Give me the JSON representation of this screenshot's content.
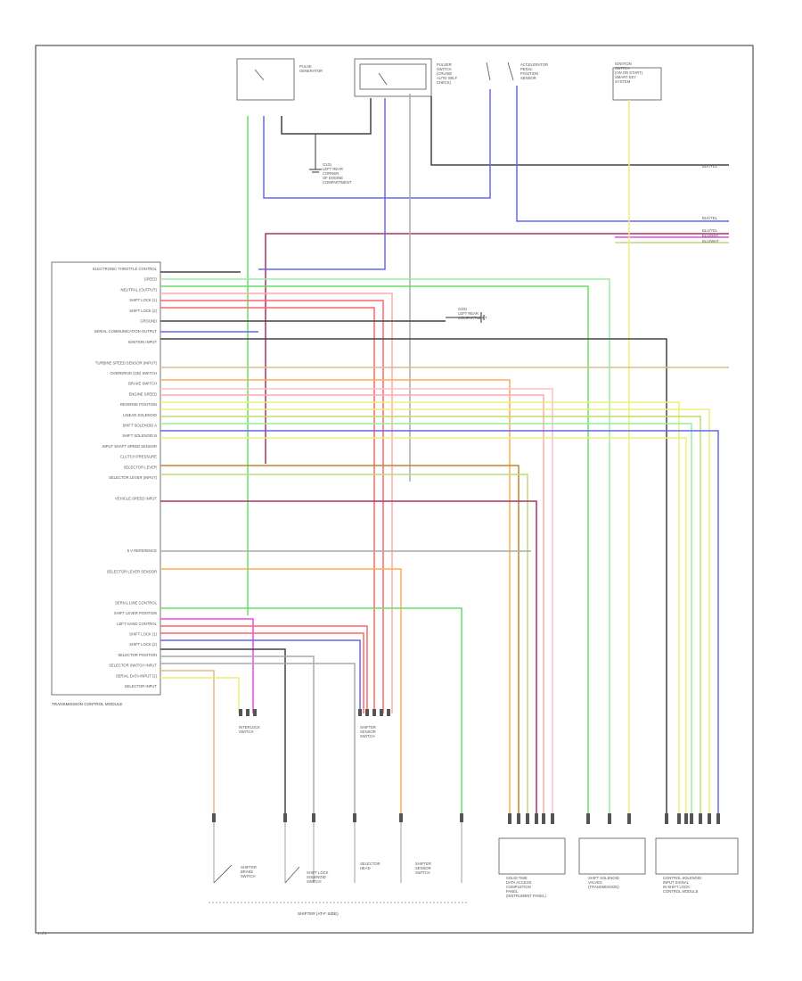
{
  "diagram": {
    "caption": "1 of 2",
    "colors": {
      "frame": "#555555",
      "black": "#444444",
      "blue": "#6666ee",
      "green": "#66dd66",
      "red": "#ff6666",
      "lightred": "#ffaaaa",
      "pink": "#ffbbcc",
      "orange": "#ffaa55",
      "tan": "#ddbb88",
      "yellow": "#eeee77",
      "lightgreen": "#99ee99",
      "violet": "#ee44ee",
      "maroon": "#aa3366",
      "gray": "#aaaaaa",
      "brown": "#bb8833",
      "yelgrn": "#bbdd77"
    },
    "top_components": [
      {
        "id": "c1",
        "label": "PULSE\nGENERATOR"
      },
      {
        "id": "c2",
        "label": "PULSER\nSWITCH\n(CRUISE\nAUTO SELF\nCHECK)"
      },
      {
        "id": "c3",
        "label": "ACCELERATOR\nPEDAL\nPOSITION\nSENSOR"
      },
      {
        "id": "c4",
        "label": "IGNITION\nSWITCH\n(ON OR START)\nSMART KEY\nSYSTEM"
      }
    ],
    "ground_labels": [
      {
        "id": "g1",
        "label": "G101\nLEFT REAR\nCORNER\nOF ENGINE\nCOMPARTMENT"
      },
      {
        "id": "g2",
        "label": "G401\nLEFT REAR\nCOMPARTMENT"
      }
    ],
    "right_edge_labels": [
      "BLK/YEL",
      "BLK/YEL",
      "BLU/YEL",
      "BLU/RED",
      "BLU/WHT"
    ],
    "tcm": {
      "label": "TRANSMISSION CONTROL MODULE",
      "pins": [
        "ELECTRONIC THROTTLE CONTROL",
        "SPEED",
        "NEUTRAL (OUTPUT)",
        "SHIFT LOCK (1)",
        "SHIFT LOCK (2)",
        "GROUND",
        "SERIAL COMMUNICATION OUTPUT",
        "IGNITION INPUT",
        "",
        "TURBINE SPEED SENSOR (INPUT)",
        "OVERDRIVE (OD) SWITCH",
        "BRAKE SWITCH",
        "ENGINE SPEED",
        "REVERSE POSITION",
        "LINEAR SOLENOID",
        "SHIFT SOLENOID A",
        "SHIFT SOLENOID B",
        "INPUT SHAFT SPEED SENSOR",
        "CLUTCH PRESSURE",
        "SELECTOR LEVER",
        "SELECTOR LEVER (INPUT)",
        "",
        "VEHICLE SPEED INPUT",
        "",
        "",
        "",
        "",
        "5 V REFERENCE",
        "",
        "SELECTOR LEVER SENSOR",
        "",
        "",
        "SERIAL LINE CONTROL",
        "SHIFT LEVER POSITION",
        "LEFT HAND CONTROL",
        "SHIFT LOCK (1)",
        "SHIFT LOCK (2)",
        "SELECTOR POSITION",
        "SELECTOR SWITCH INPUT",
        "SERIAL DATA INPUT (2)",
        "SELECTOR INPUT"
      ]
    },
    "bottom_components": [
      {
        "id": "b1",
        "label": "INTERLOCK\nSWITCH"
      },
      {
        "id": "b2",
        "label": "SHIFTER\nSENSOR\nSWITCH"
      },
      {
        "id": "b3",
        "label": "SHIFTER\nBRAKE\nSWITCH"
      },
      {
        "id": "b4",
        "label": "SHIFT LOCK\nSOLENOID\nSWITCH"
      },
      {
        "id": "b5",
        "label": "SELECTOR\nHEAD"
      },
      {
        "id": "b6",
        "label": "SHIFTER\nSENSOR\nSWITCH"
      }
    ],
    "shifter_label": "SHIFTER (AT-F SIDE)",
    "bottom_right_modules": [
      {
        "id": "m1",
        "label": "SOLID TIME\nDATA ACCESS\nCOMPLETION\nPANEL\n(INSTRUMENT PANEL)"
      },
      {
        "id": "m2",
        "label": "SHIFT SOLENOID\nVALVES\n(TRANSMISSION)"
      },
      {
        "id": "m3",
        "label": "CONTROL SOLENOID\nINPUT SIGNAL\nIN SHIFT LOCK\nCONTROL MODULE"
      }
    ]
  }
}
